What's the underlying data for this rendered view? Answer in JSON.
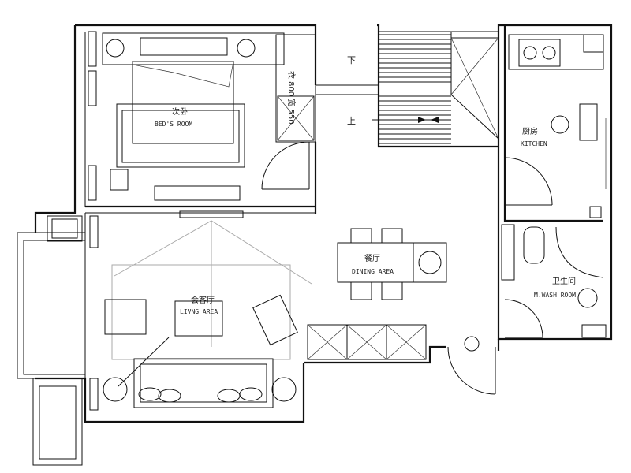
{
  "rooms": {
    "bedroom": {
      "cn": "次卧",
      "en": "BED'S ROOM"
    },
    "kitchen": {
      "cn": "厨房",
      "en": "KITCHEN"
    },
    "dining": {
      "cn": "餐厅",
      "en": "DINING AREA"
    },
    "bathroom": {
      "cn": "卫生间",
      "en": "M.WASH ROOM"
    },
    "living": {
      "cn": "会客厅",
      "en": "LIVNG AREA"
    }
  },
  "wardrobe_note": "衣 800 宽 550",
  "stairs": {
    "down": "下",
    "up": "上"
  }
}
